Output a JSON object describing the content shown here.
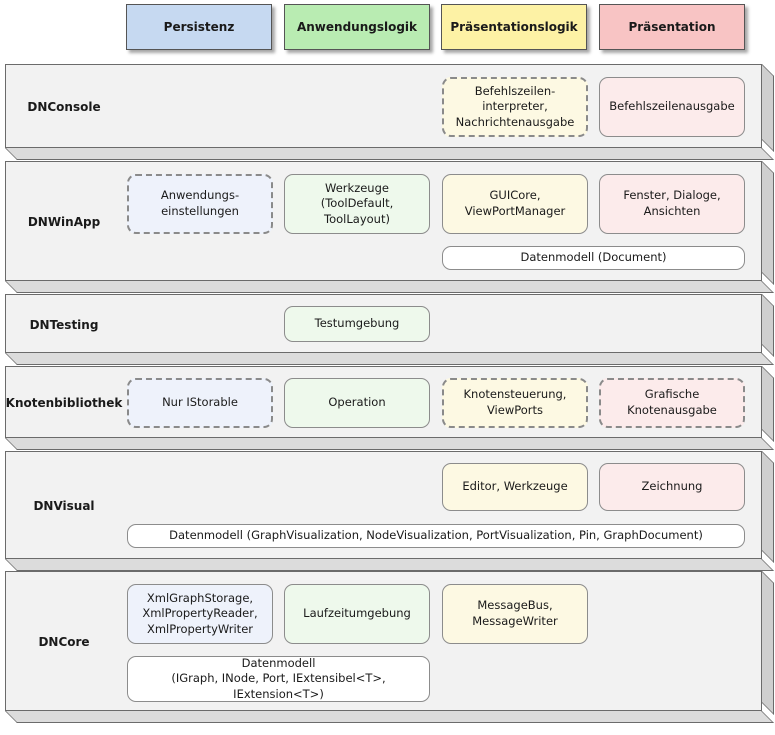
{
  "columns": {
    "persistence": "Persistenz",
    "application_logic": "Anwendungslogik",
    "presentation_logic": "Präsentationslogik",
    "presentation": "Präsentation"
  },
  "layers": {
    "dnconsole": {
      "label": "DNConsole",
      "command_interpreter": "Befehlszeilen-\ninterpreter,\nNachrichtenausgabe",
      "command_output": "Befehlszeilenausgabe"
    },
    "dnwinapp": {
      "label": "DNWinApp",
      "app_settings": "Anwendungs-\neinstellungen",
      "tools": "Werkzeuge\n(ToolDefault,\nToolLayout)",
      "gui_core": "GUICore,\nViewPortManager",
      "windows": "Fenster, Dialoge,\nAnsichten",
      "data_model": "Datenmodell (Document)"
    },
    "dntesting": {
      "label": "DNTesting",
      "test_env": "Testumgebung"
    },
    "knotenbibliothek": {
      "label": "Knotenbibliothek",
      "istorable": "Nur IStorable",
      "operation": "Operation",
      "node_control": "Knotensteuerung,\nViewPorts",
      "graphic_output": "Grafische\nKnotenausgabe"
    },
    "dnvisual": {
      "label": "DNVisual",
      "editor": "Editor, Werkzeuge",
      "drawing": "Zeichnung",
      "data_model": "Datenmodell (GraphVisualization, NodeVisualization, PortVisualization, Pin, GraphDocument)"
    },
    "dncore": {
      "label": "DNCore",
      "storage": "XmlGraphStorage,\nXmlPropertyReader,\nXmlPropertyWriter",
      "runtime": "Laufzeitumgebung",
      "messaging": "MessageBus,\nMessageWriter",
      "data_model": "Datenmodell\n(IGraph, INode, Port, IExtensibel<T>, IExtension<T>)"
    }
  },
  "colors": {
    "persistence": "#c6d9f1",
    "application_logic": "#b9ecb2",
    "presentation_logic": "#fdf2a5",
    "presentation": "#f8c4c4"
  }
}
